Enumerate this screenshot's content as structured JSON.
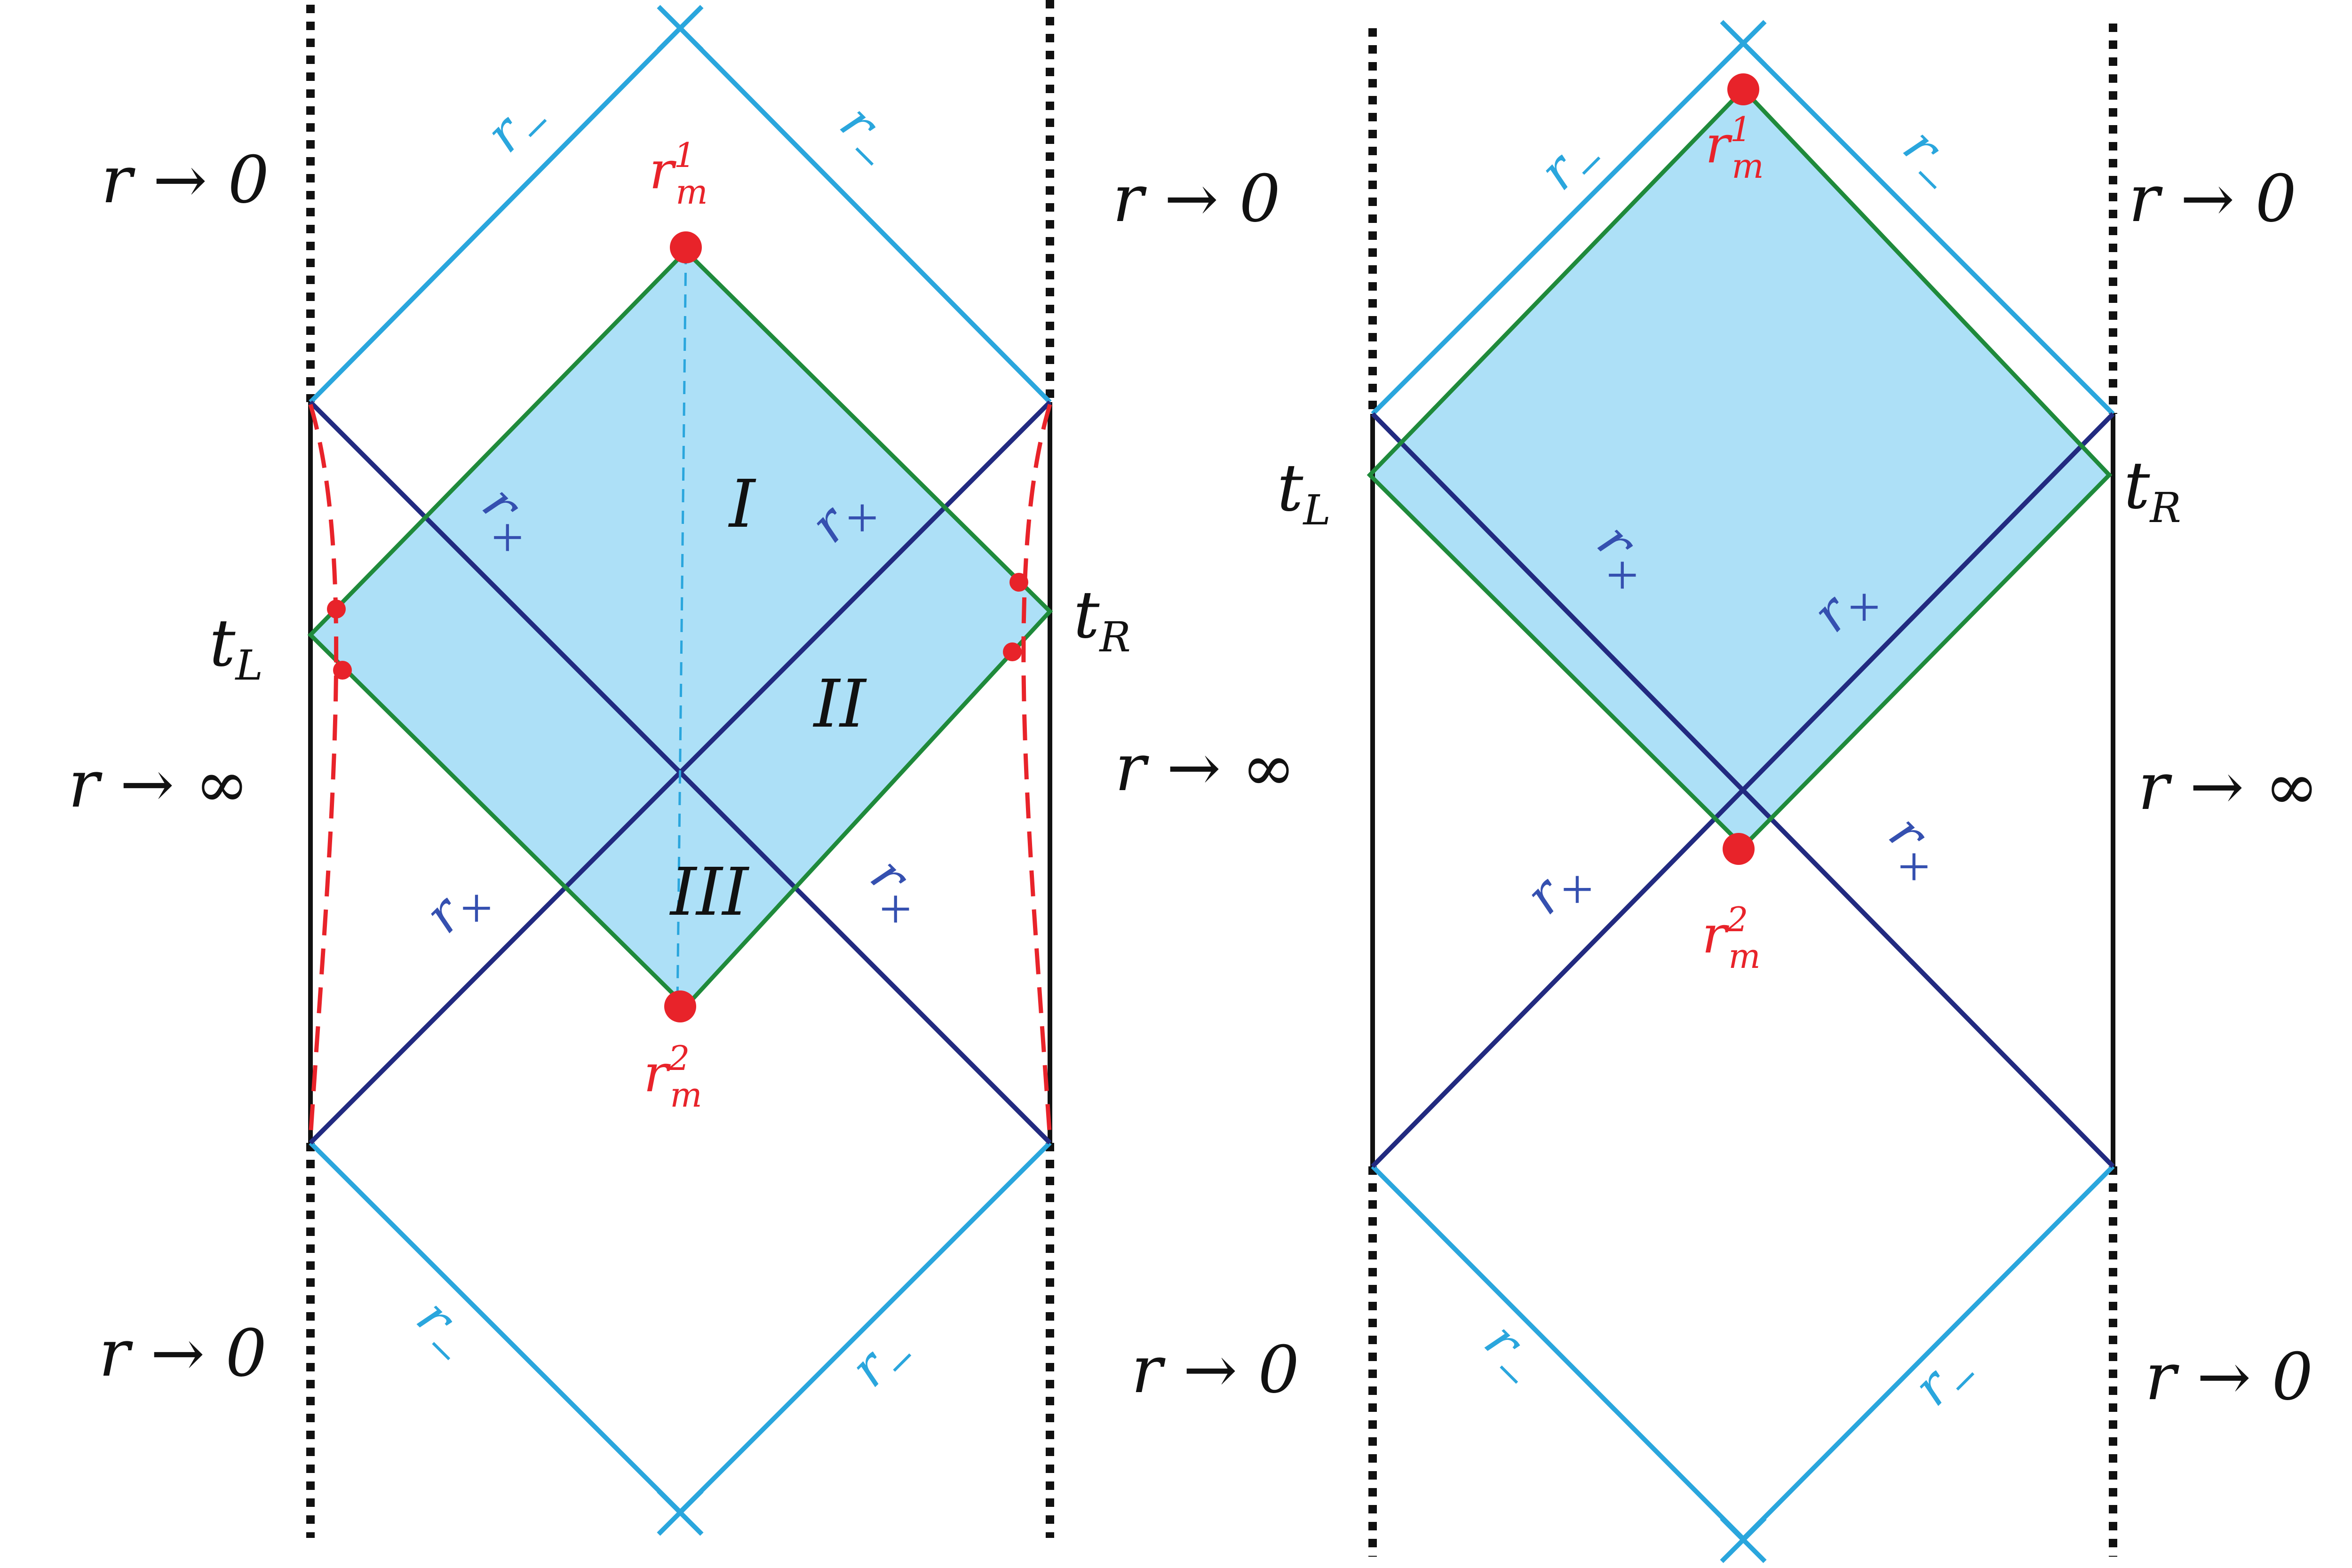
{
  "colors": {
    "light_blue": "#2aa6dd",
    "navy": "#222a80",
    "green": "#1f8a3b",
    "red": "#e8232a",
    "fill": "#ade0f7",
    "black": "#111111"
  },
  "left_diagram": {
    "labels": {
      "r_to_0_top": "r → 0",
      "r_to_0_bottom": "r → 0",
      "r_to_inf": "r → ∞",
      "t_L": {
        "base": "t",
        "sub": "L"
      },
      "t_R": {
        "base": "t",
        "sub": "R"
      },
      "rm1": {
        "base": "r",
        "sub": "m",
        "sup": "1"
      },
      "rm2": {
        "base": "r",
        "sub": "m",
        "sup": "2"
      },
      "region_I": "I",
      "region_II": "II",
      "region_III": "III",
      "r_minus": {
        "base": "r",
        "sub": "−"
      },
      "r_cross": {
        "base": "r",
        "sub": "×"
      }
    }
  },
  "right_diagram": {
    "labels": {
      "r_to_0_top_left": "r → 0",
      "r_to_0_top_right": "r → 0",
      "r_to_0_bottom_left": "r → 0",
      "r_to_0_bottom_right": "r → 0",
      "r_to_inf_left": "r → ∞",
      "r_to_inf_right": "r → ∞",
      "t_L": {
        "base": "t",
        "sub": "L"
      },
      "t_R": {
        "base": "t",
        "sub": "R"
      },
      "rm1": {
        "base": "r",
        "sub": "m",
        "sup": "1"
      },
      "rm2": {
        "base": "r",
        "sub": "m",
        "sup": "2"
      },
      "r_minus": {
        "base": "r",
        "sub": "−"
      },
      "r_cross": {
        "base": "r",
        "sub": "×"
      }
    }
  }
}
